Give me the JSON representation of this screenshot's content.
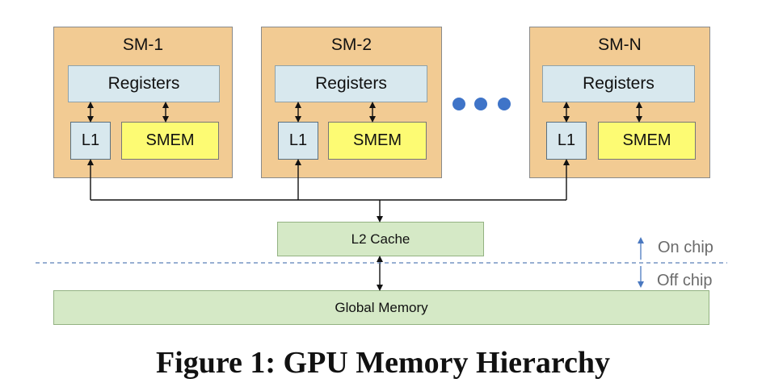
{
  "sms": [
    {
      "title": "SM-1",
      "registers": "Registers",
      "l1": "L1",
      "smem": "SMEM"
    },
    {
      "title": "SM-2",
      "registers": "Registers",
      "l1": "L1",
      "smem": "SMEM"
    },
    {
      "title": "SM-N",
      "registers": "Registers",
      "l1": "L1",
      "smem": "SMEM"
    }
  ],
  "l2_cache": "L2 Cache",
  "global_memory": "Global Memory",
  "on_chip_label": "On chip",
  "off_chip_label": "Off chip",
  "caption": "Figure 1: GPU Memory Hierarchy",
  "colors": {
    "sm_fill": "#f2cb93",
    "registers_fill": "#d8e8ee",
    "smem_fill": "#fdfb73",
    "memory_fill": "#d5e9c6",
    "ellipsis_dots": "#3f74c8",
    "divider": "#5b7fb8"
  }
}
